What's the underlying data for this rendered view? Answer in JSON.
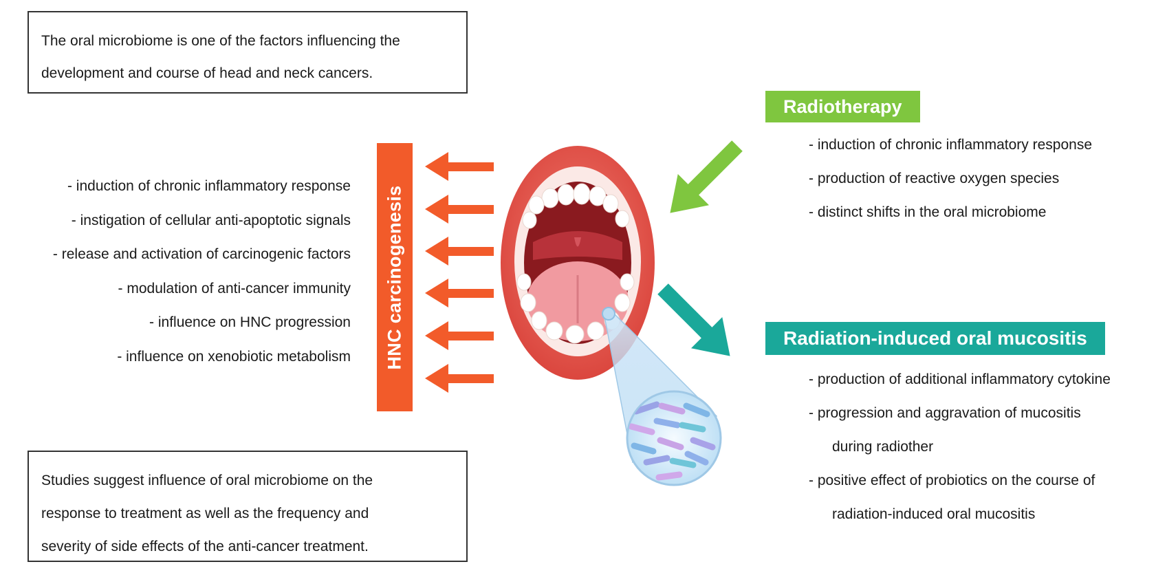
{
  "intro_box": {
    "lines": [
      "The oral microbiome is one of the factors influencing the",
      "development and course of head and neck cancers."
    ]
  },
  "studies_box": {
    "lines": [
      "Studies suggest influence of oral microbiome on the",
      "response to treatment as well as the frequency and",
      "severity of side effects of the anti-cancer treatment."
    ]
  },
  "carcinogenesis": {
    "label": "HNC carcinogenesis",
    "color": "#f25b2a",
    "items": [
      "- induction of chronic inflammatory response",
      "- instigation of cellular anti-apoptotic signals",
      "- release and activation of carcinogenic factors",
      "- modulation of anti-cancer immunity",
      "- influence on HNC progression",
      "- influence on xenobiotic metabolism"
    ]
  },
  "radiotherapy": {
    "label": "Radiotherapy",
    "color": "#7fc63f",
    "items": [
      "- induction of chronic inflammatory response",
      "- production of reactive oxygen species",
      "- distinct shifts in the oral microbiome"
    ]
  },
  "mucositis": {
    "label": "Radiation-induced oral mucositis",
    "color": "#1aa89a",
    "items": [
      "- production of additional inflammatory cytokine",
      "- progression and aggravation of mucositis",
      "during radiother",
      "- positive effect of probiotics on the course of",
      "radiation-induced oral mucositis"
    ]
  },
  "icons": [
    "open-mouth-icon",
    "bacteria-magnifier-icon",
    "left-arrow-icon",
    "green-arrow-icon",
    "teal-arrow-icon"
  ]
}
